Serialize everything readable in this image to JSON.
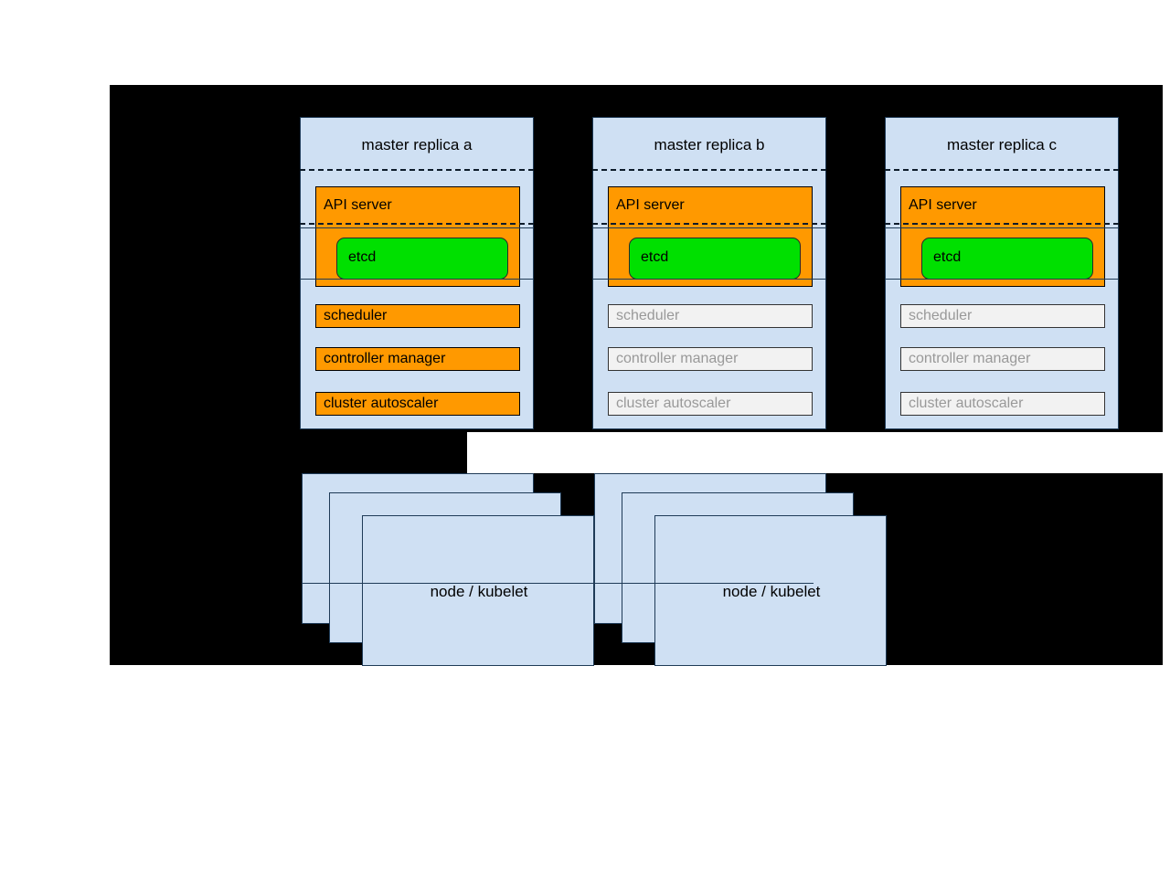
{
  "diagram": {
    "title_hidden": "",
    "colors": {
      "backdrop": "#000000",
      "box_fill": "#cfe0f3",
      "box_border": "#1f3b57",
      "active_fill": "#ff9900",
      "disabled_fill": "#f2f2f2",
      "disabled_text": "#999999",
      "etcd_fill": "#00e000",
      "text": "#000000"
    },
    "masters": [
      {
        "title": "master replica a",
        "apiserver": "API server",
        "etcd": "etcd",
        "components": [
          {
            "label": "scheduler",
            "state": "active"
          },
          {
            "label": "controller manager",
            "state": "active"
          },
          {
            "label": "cluster autoscaler",
            "state": "active"
          }
        ]
      },
      {
        "title": "master replica b",
        "apiserver": "API server",
        "etcd": "etcd",
        "components": [
          {
            "label": "scheduler",
            "state": "disabled"
          },
          {
            "label": "controller manager",
            "state": "disabled"
          },
          {
            "label": "cluster autoscaler",
            "state": "disabled"
          }
        ]
      },
      {
        "title": "master replica c",
        "apiserver": "API server",
        "etcd": "etcd",
        "components": [
          {
            "label": "scheduler",
            "state": "disabled"
          },
          {
            "label": "controller manager",
            "state": "disabled"
          },
          {
            "label": "cluster autoscaler",
            "state": "disabled"
          }
        ]
      }
    ],
    "node_groups": [
      {
        "label": "node / kubelet"
      },
      {
        "label": "node / kubelet"
      }
    ]
  }
}
